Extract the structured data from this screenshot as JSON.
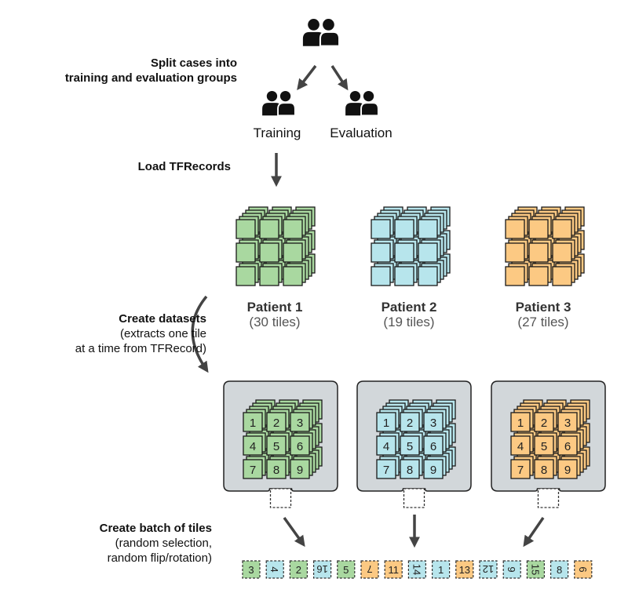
{
  "steps": {
    "split_line1": "Split cases into",
    "split_line2": "training and evaluation groups",
    "load": "Load TFRecords",
    "datasets_title": "Create datasets",
    "datasets_line1": "(extracts one tile",
    "datasets_line2": "at a time from TFRecord)",
    "batch_title": "Create batch of tiles",
    "batch_line1": "(random selection,",
    "batch_line2": "random flip/rotation)"
  },
  "groups": {
    "training": "Training",
    "evaluation": "Evaluation"
  },
  "patients": [
    {
      "name": "Patient 1",
      "count": "(30 tiles)",
      "color": "#a9d8a0",
      "stroke": "#2e5a2a"
    },
    {
      "name": "Patient 2",
      "count": "(19 tiles)",
      "color": "#b7e5ec",
      "stroke": "#2a4f57"
    },
    {
      "name": "Patient 3",
      "count": "(27 tiles)",
      "color": "#fcc983",
      "stroke": "#5e4318"
    }
  ],
  "tile_numbers": [
    "1",
    "2",
    "3",
    "4",
    "5",
    "6",
    "7",
    "8",
    "9"
  ],
  "batch": [
    {
      "label": "3",
      "patient": 0,
      "rot": 0
    },
    {
      "label": "4",
      "patient": 1,
      "rot": 90
    },
    {
      "label": "2",
      "patient": 0,
      "rot": 0
    },
    {
      "label": "16",
      "patient": 1,
      "rot": 180
    },
    {
      "label": "5",
      "patient": 0,
      "rot": 0
    },
    {
      "label": "7",
      "patient": 2,
      "rot": 180
    },
    {
      "label": "11",
      "patient": 2,
      "rot": 0
    },
    {
      "label": "14",
      "patient": 1,
      "rot": 90
    },
    {
      "label": "1",
      "patient": 1,
      "rot": 0
    },
    {
      "label": "13",
      "patient": 2,
      "rot": 0
    },
    {
      "label": "12",
      "patient": 1,
      "rot": 180
    },
    {
      "label": "9",
      "patient": 1,
      "rot": 90
    },
    {
      "label": "15",
      "patient": 0,
      "rot": 90
    },
    {
      "label": "8",
      "patient": 1,
      "rot": 0
    },
    {
      "label": "6",
      "patient": 2,
      "rot": 90
    }
  ],
  "colors": {
    "arrow": "#444444",
    "panel": "#d2d7da",
    "panel_stroke": "#222222",
    "icon": "#111111"
  },
  "icons": {
    "group_icon": "people-icon"
  }
}
